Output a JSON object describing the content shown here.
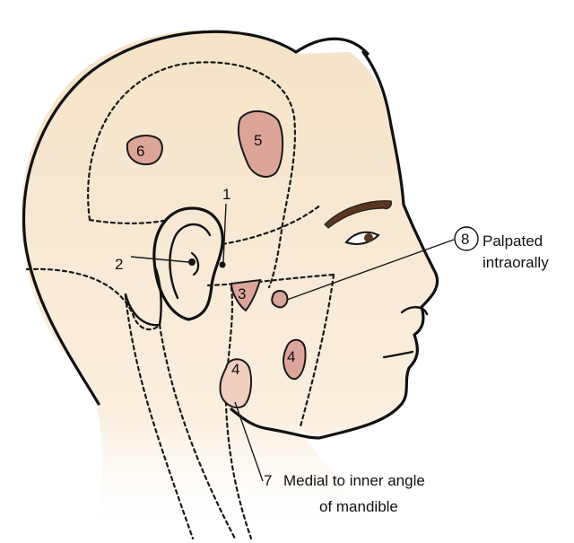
{
  "diagram": {
    "labels": {
      "n1": "1",
      "n2": "2",
      "n3": "3",
      "n4a": "4",
      "n4b": "4",
      "n5": "5",
      "n6": "6",
      "n7": "7",
      "n8": "8"
    },
    "annotations": {
      "palpated_line1": "Palpated",
      "palpated_line2": "intraorally",
      "medial_line1": "Medial to inner angle",
      "medial_line2": "of mandible"
    },
    "colors": {
      "skin": "#f6e3c8",
      "node": "#dda59a",
      "node_light": "#efcfc0",
      "eyebrow": "#5a3620",
      "outline": "#111111"
    }
  }
}
